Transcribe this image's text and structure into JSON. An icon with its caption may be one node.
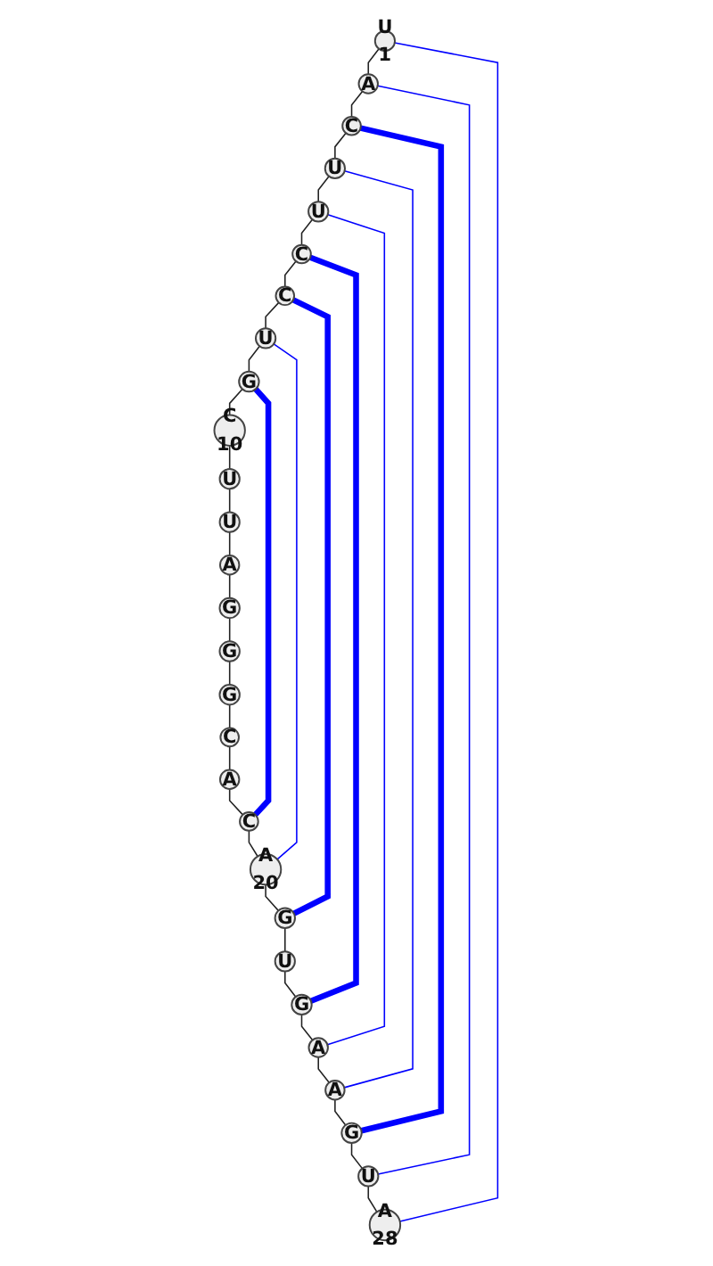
{
  "diagram": {
    "nodes": [
      {
        "text": [
          "U",
          "1"
        ]
      },
      {
        "text": [
          "A"
        ]
      },
      {
        "text": [
          "C"
        ]
      },
      {
        "text": [
          "U"
        ]
      },
      {
        "text": [
          "U"
        ]
      },
      {
        "text": [
          "C"
        ]
      },
      {
        "text": [
          "C"
        ]
      },
      {
        "text": [
          "U"
        ]
      },
      {
        "text": [
          "G"
        ]
      },
      {
        "text": [
          "C",
          "10"
        ]
      },
      {
        "text": [
          "U"
        ]
      },
      {
        "text": [
          "U"
        ]
      },
      {
        "text": [
          "A"
        ]
      },
      {
        "text": [
          "G"
        ]
      },
      {
        "text": [
          "G"
        ]
      },
      {
        "text": [
          "G"
        ]
      },
      {
        "text": [
          "C"
        ]
      },
      {
        "text": [
          "A"
        ]
      },
      {
        "text": [
          "C"
        ]
      },
      {
        "text": [
          "A",
          "20"
        ]
      },
      {
        "text": [
          "G"
        ]
      },
      {
        "text": [
          "U"
        ]
      },
      {
        "text": [
          "G"
        ]
      },
      {
        "text": [
          "A"
        ]
      },
      {
        "text": [
          "A"
        ]
      },
      {
        "text": [
          "G"
        ]
      },
      {
        "text": [
          "U"
        ]
      },
      {
        "text": [
          "A",
          "28"
        ]
      }
    ],
    "edges": [
      {
        "from": 0,
        "to": 1,
        "arrow": "none"
      },
      {
        "from": 1,
        "to": 2,
        "arrow": "none"
      },
      {
        "from": 2,
        "to": 3,
        "arrow": "none"
      },
      {
        "from": 3,
        "to": 4,
        "arrow": "none"
      },
      {
        "from": 4,
        "to": 5,
        "arrow": "none"
      },
      {
        "from": 5,
        "to": 6,
        "arrow": "none"
      },
      {
        "from": 6,
        "to": 7,
        "arrow": "none"
      },
      {
        "from": 7,
        "to": 8,
        "arrow": "none"
      },
      {
        "from": 8,
        "to": 9,
        "arrow": "none"
      },
      {
        "from": 9,
        "to": 10,
        "arrow": "none"
      },
      {
        "from": 10,
        "to": 11,
        "arrow": "none"
      },
      {
        "from": 11,
        "to": 12,
        "arrow": "none"
      },
      {
        "from": 12,
        "to": 13,
        "arrow": "none"
      },
      {
        "from": 13,
        "to": 14,
        "arrow": "none"
      },
      {
        "from": 14,
        "to": 15,
        "arrow": "none"
      },
      {
        "from": 15,
        "to": 16,
        "arrow": "none"
      },
      {
        "from": 16,
        "to": 17,
        "arrow": "none"
      },
      {
        "from": 17,
        "to": 18,
        "arrow": "none"
      },
      {
        "from": 18,
        "to": 19,
        "arrow": "none"
      },
      {
        "from": 19,
        "to": 20,
        "arrow": "none"
      },
      {
        "from": 20,
        "to": 21,
        "arrow": "none"
      },
      {
        "from": 21,
        "to": 22,
        "arrow": "none"
      },
      {
        "from": 22,
        "to": 23,
        "arrow": "none"
      },
      {
        "from": 23,
        "to": 24,
        "arrow": "none"
      },
      {
        "from": 24,
        "to": 25,
        "arrow": "none"
      },
      {
        "from": 25,
        "to": 26,
        "arrow": "none"
      },
      {
        "from": 26,
        "to": 27,
        "arrow": "none"
      },
      {
        "from": 8,
        "to": 18,
        "arrow": "none",
        "style": "thick",
        "color": "#0000ff"
      },
      {
        "from": 7,
        "to": 19,
        "arrow": "none",
        "color": "#0000ff"
      },
      {
        "from": 6,
        "to": 20,
        "arrow": "none",
        "style": "thick",
        "color": "#0000ff"
      },
      {
        "from": 5,
        "to": 22,
        "arrow": "none",
        "style": "thick",
        "color": "#0000ff"
      },
      {
        "from": 4,
        "to": 23,
        "arrow": "none",
        "color": "#0000ff"
      },
      {
        "from": 3,
        "to": 24,
        "arrow": "none",
        "color": "#0000ff"
      },
      {
        "from": 2,
        "to": 25,
        "arrow": "none",
        "style": "thick",
        "color": "#0000ff"
      },
      {
        "from": 1,
        "to": 26,
        "arrow": "none",
        "color": "#0000ff"
      },
      {
        "from": 0,
        "to": 27,
        "arrow": "none",
        "color": "#0000ff"
      }
    ]
  }
}
